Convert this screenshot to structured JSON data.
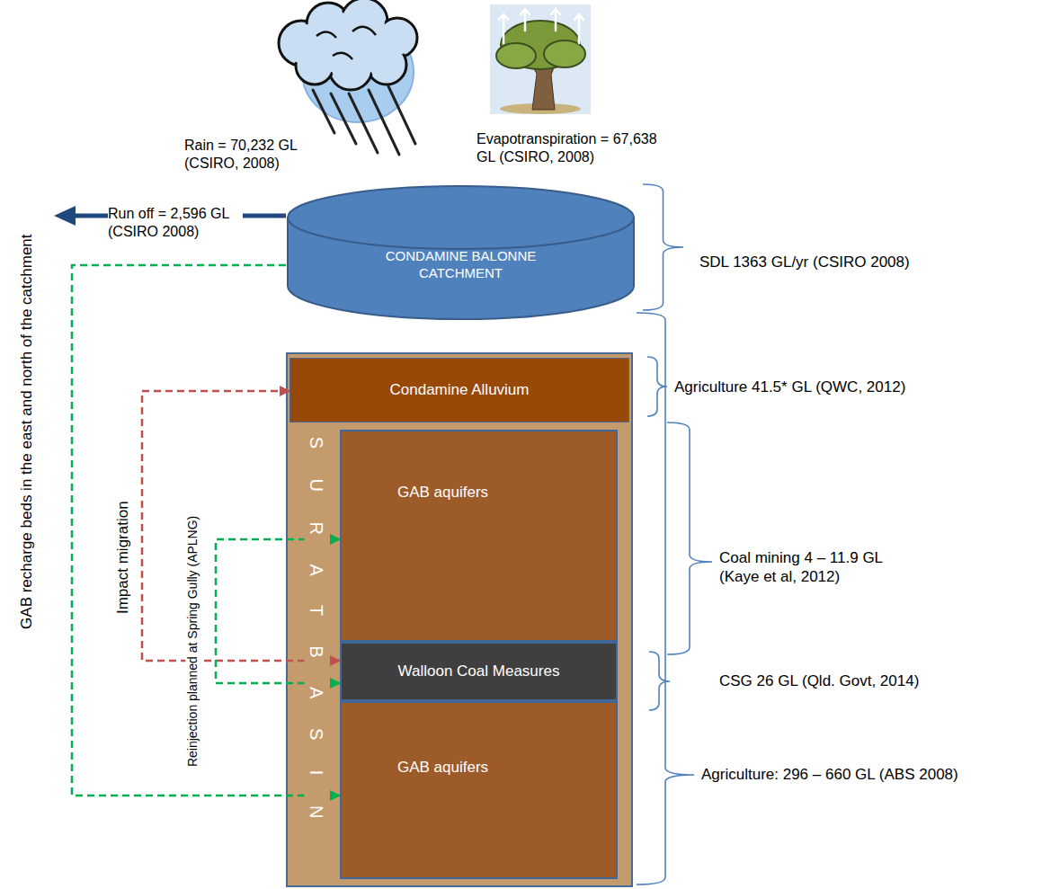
{
  "diagram": {
    "nodes": [
      {
        "text": [
          "CONDAMINE BALONNE CATCHMENT"
        ]
      },
      {
        "text": [
          "S U R A T B A S I N"
        ]
      },
      {
        "text": [
          "Condamine Alluvium"
        ],
        "in": 1
      },
      {
        "text": [
          "GAB aquifers"
        ],
        "in": 1
      },
      {
        "text": [
          "Walloon Coal Measures"
        ],
        "in": 1
      },
      {
        "text": [
          "GAB aquifers"
        ],
        "in": 1
      }
    ],
    "edges": [
      {
        "from": 0,
        "to": 5,
        "arrow": "to",
        "label": "GAB recharge beds in the east and north of the catchment"
      },
      {
        "from": 4,
        "to": 2,
        "arrow": "both",
        "label": "Impact migration"
      },
      {
        "from": 4,
        "to": 3,
        "arrow": "both",
        "label": "Reinjection planned at Spring Gully (APLNG)"
      }
    ],
    "labels": [
      "Rain = 70,232 GL (CSIRO, 2008)",
      "Evapotranspiration = 67,638 GL (CSIRO, 2008)",
      "Run off = 2,596 GL (CSIRO 2008)",
      "SDL 1363 GL/yr (CSIRO 2008)",
      "Agriculture 41.5* GL (QWC, 2012)",
      "Coal mining 4 – 11.9 GL (Kaye et al, 2012)",
      "CSG 26 GL (Qld. Govt, 2014)",
      "Agriculture: 296 – 660 GL (ABS 2008)"
    ]
  }
}
